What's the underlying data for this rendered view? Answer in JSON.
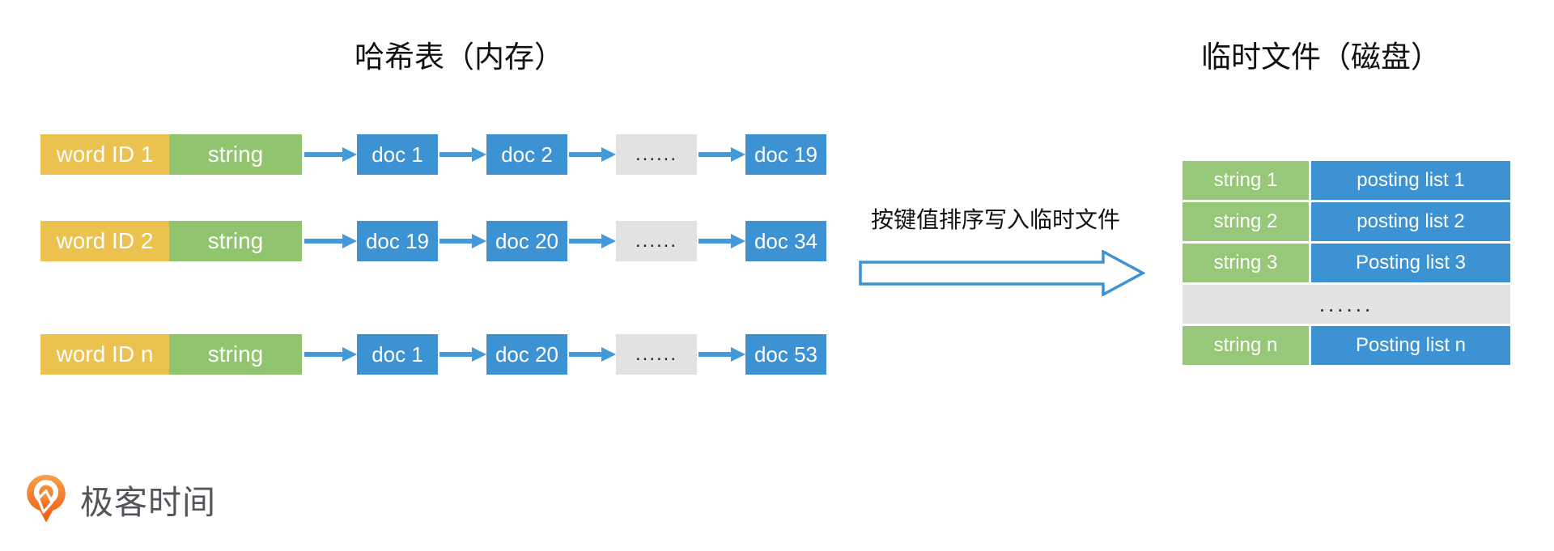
{
  "titles": {
    "left": "哈希表（内存）",
    "right": "临时文件（磁盘）"
  },
  "hash_table": {
    "rows": [
      {
        "word_id": "word ID 1",
        "key": "string",
        "docs": [
          "doc 1",
          "doc 2",
          "......",
          "doc 19"
        ]
      },
      {
        "word_id": "word ID 2",
        "key": "string",
        "docs": [
          "doc 19",
          "doc 20",
          "......",
          "doc 34"
        ]
      },
      {
        "word_id": "word ID n",
        "key": "string",
        "docs": [
          "doc 1",
          "doc 20",
          "......",
          "doc 53"
        ]
      }
    ]
  },
  "transfer": {
    "label": "按键值排序写入临时文件"
  },
  "temp_file": {
    "rows": [
      {
        "key": "string 1",
        "value": "posting list 1"
      },
      {
        "key": "string 2",
        "value": "posting list 2"
      },
      {
        "key": "string 3",
        "value": "Posting list 3"
      },
      {
        "ellipsis": "......"
      },
      {
        "key": "string n",
        "value": "Posting list n"
      }
    ]
  },
  "logo": {
    "text": "极客时间"
  },
  "colors": {
    "word_id_yellow": "#EBC150",
    "string_green": "#90C46F",
    "table_green": "#97C778",
    "doc_blue": "#3D92D3",
    "ellipsis_gray": "#E2E2E2",
    "arrow_blue": "#4499DB",
    "big_arrow_outline": "#3D92D3",
    "logo_orange": "#EC5A13",
    "logo_text_gray": "#54555A"
  }
}
